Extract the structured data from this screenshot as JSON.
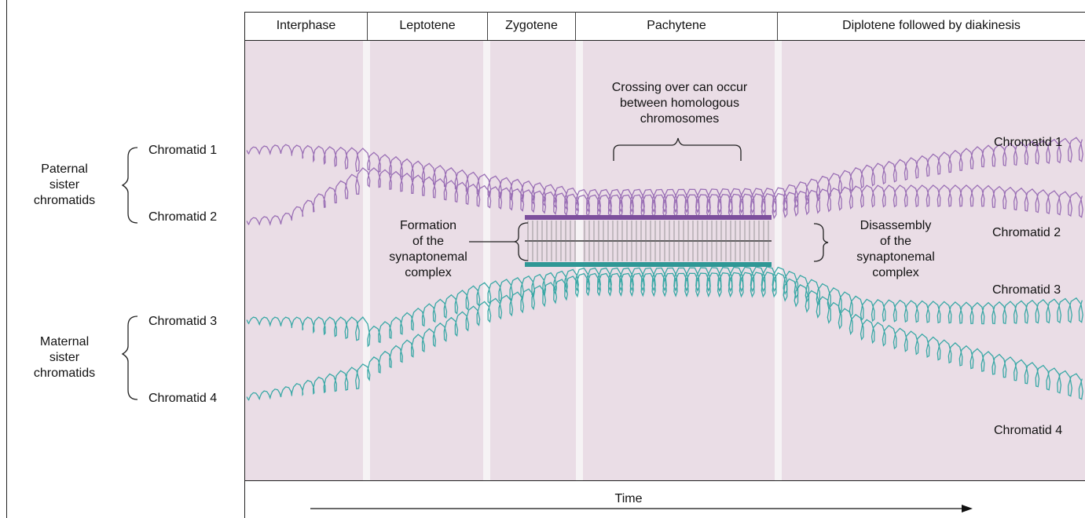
{
  "stages": [
    {
      "name": "Interphase"
    },
    {
      "name": "Leptotene"
    },
    {
      "name": "Zygotene"
    },
    {
      "name": "Pachytene"
    },
    {
      "name": "Diplotene followed by diakinesis"
    }
  ],
  "groups": {
    "paternal": [
      "Paternal",
      "sister",
      "chromatids"
    ],
    "maternal": [
      "Maternal",
      "sister",
      "chromatids"
    ]
  },
  "left_chromatids": [
    "Chromatid 1",
    "Chromatid 2",
    "Chromatid 3",
    "Chromatid 4"
  ],
  "right_chromatids": [
    "Chromatid 1",
    "Chromatid 2",
    "Chromatid 3",
    "Chromatid 4"
  ],
  "annotations": {
    "crossing_over": [
      "Crossing over can occur",
      "between homologous",
      "chromosomes"
    ],
    "formation": [
      "Formation",
      "of the",
      "synaptonemal",
      "complex"
    ],
    "disassembly": [
      "Disassembly",
      "of the",
      "synaptonemal",
      "complex"
    ]
  },
  "time_label": "Time",
  "colors": {
    "paternal": "#9a6fb5",
    "maternal": "#3aa8a6",
    "panel": "#eadde6",
    "axis": "#222222"
  }
}
